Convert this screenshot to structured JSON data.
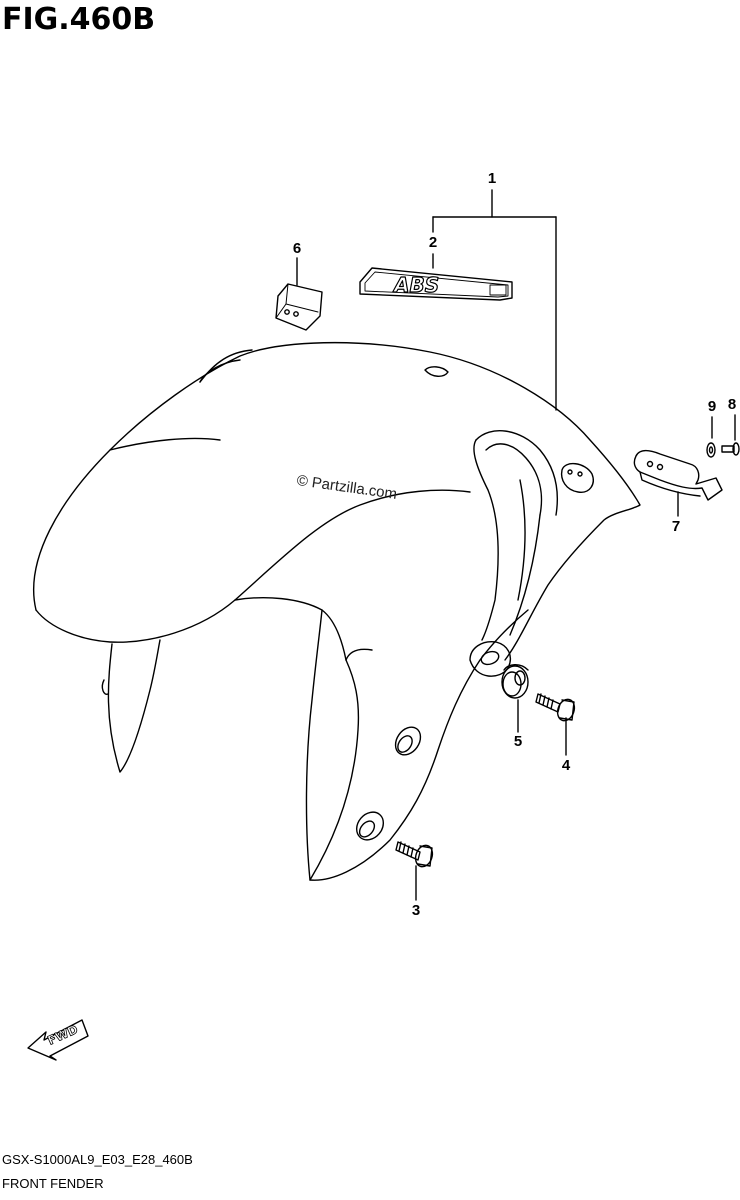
{
  "header": {
    "figure_title": "FIG.460B"
  },
  "callouts": [
    "1",
    "2",
    "3",
    "4",
    "5",
    "6",
    "7",
    "8",
    "9"
  ],
  "decal": {
    "text": "ABS"
  },
  "fwd_arrow": {
    "text": "FWD"
  },
  "watermark": "© Partzilla.com",
  "footer": {
    "model_code": "GSX-S1000AL9_E03_E28_460B",
    "part_name": "FRONT FENDER"
  }
}
